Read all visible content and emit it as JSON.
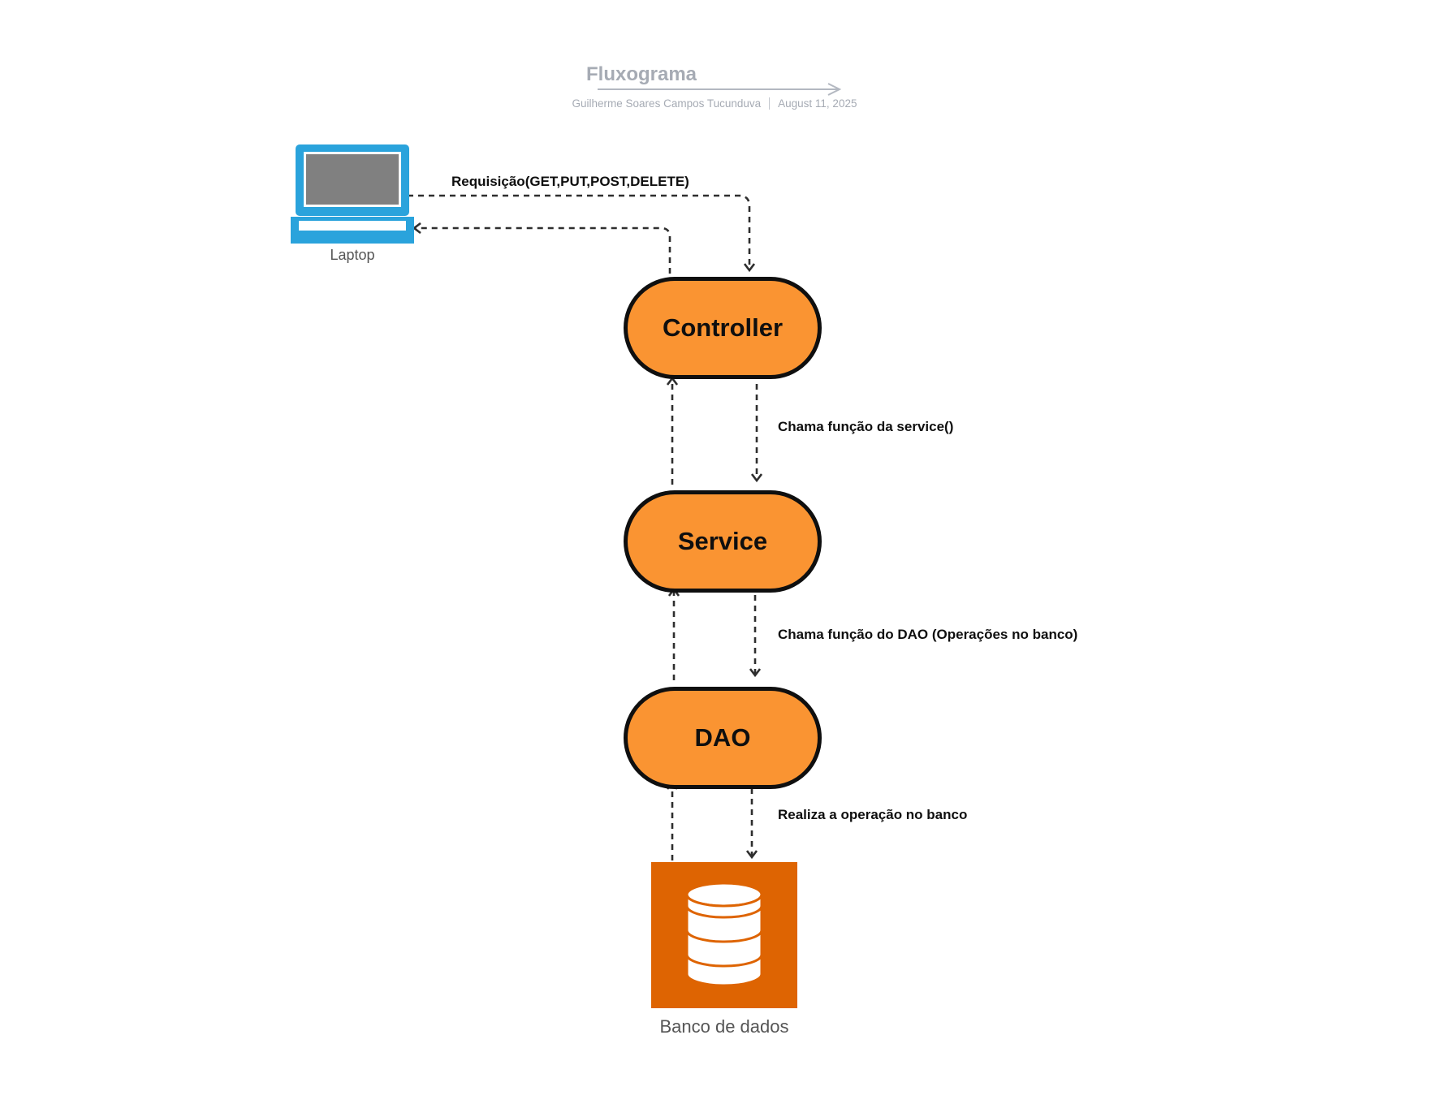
{
  "header": {
    "title": "Fluxograma",
    "author": "Guilherme Soares Campos Tucunduva",
    "date": "August 11, 2025"
  },
  "nodes": {
    "controller": "Controller",
    "service": "Service",
    "dao": "DAO"
  },
  "devices": {
    "laptop_label": "Laptop",
    "database_label": "Banco de dados"
  },
  "edges": {
    "request": "Requisição(GET,PUT,POST,DELETE)",
    "controller_to_service": "Chama função da service()",
    "service_to_dao": "Chama função do DAO (Operações no banco)",
    "dao_to_db": "Realiza a operação no banco"
  },
  "colors": {
    "node_fill": "#fa9432",
    "node_border": "#0f0f0f",
    "laptop": "#2aa3dc",
    "database": "#de6402",
    "connector": "#2e2e2e",
    "title": "#a6abb4"
  },
  "icons": {
    "laptop": "laptop-icon",
    "database": "database-icon"
  }
}
